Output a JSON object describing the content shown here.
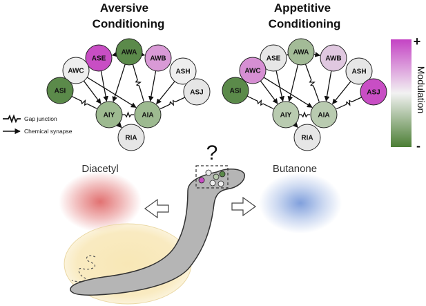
{
  "panels": [
    {
      "id": "aversive",
      "title_line1": "Aversive",
      "title_line2": "Conditioning",
      "nodes": [
        {
          "label": "ASE",
          "color": "#c84ec4"
        },
        {
          "label": "AWA",
          "color": "#5b8a4a"
        },
        {
          "label": "AWB",
          "color": "#d99ad6"
        },
        {
          "label": "AWC",
          "color": "#eeeeee"
        },
        {
          "label": "ASH",
          "color": "#eeeeee"
        },
        {
          "label": "ASI",
          "color": "#5b8a4a"
        },
        {
          "label": "ASJ",
          "color": "#e6e6e6"
        },
        {
          "label": "AIY",
          "color": "#9dba90"
        },
        {
          "label": "AIA",
          "color": "#9dba90"
        },
        {
          "label": "RIA",
          "color": "#e6e6e6"
        }
      ]
    },
    {
      "id": "appetitive",
      "title_line1": "Appetitive",
      "title_line2": "Conditioning",
      "nodes": [
        {
          "label": "ASE",
          "color": "#e6e6e6"
        },
        {
          "label": "AWA",
          "color": "#a3bb97"
        },
        {
          "label": "AWB",
          "color": "#e0c8e0"
        },
        {
          "label": "AWC",
          "color": "#d68fd3"
        },
        {
          "label": "ASH",
          "color": "#e6e6e6"
        },
        {
          "label": "ASI",
          "color": "#5b8a4a"
        },
        {
          "label": "ASJ",
          "color": "#c84ec4"
        },
        {
          "label": "AIY",
          "color": "#b9cbb0"
        },
        {
          "label": "AIA",
          "color": "#b9cbb0"
        },
        {
          "label": "RIA",
          "color": "#e6e6e6"
        }
      ]
    }
  ],
  "legend": {
    "gap_junction": "Gap junction",
    "chemical_synapse": "Chemical synapse"
  },
  "scale": {
    "label": "Modulation",
    "plus": "+",
    "minus": "-",
    "top_color": "#c443c4",
    "mid_color": "#f2f2f2",
    "bottom_color": "#4b7e34"
  },
  "odors": {
    "left": {
      "label": "Diacetyl",
      "color": "#e06a6a"
    },
    "right": {
      "label": "Butanone",
      "color": "#6a8fd6"
    }
  },
  "question_mark": "?",
  "worm": {
    "body_color": "#b5b5b5",
    "plate_color": "#f8e7b6"
  }
}
